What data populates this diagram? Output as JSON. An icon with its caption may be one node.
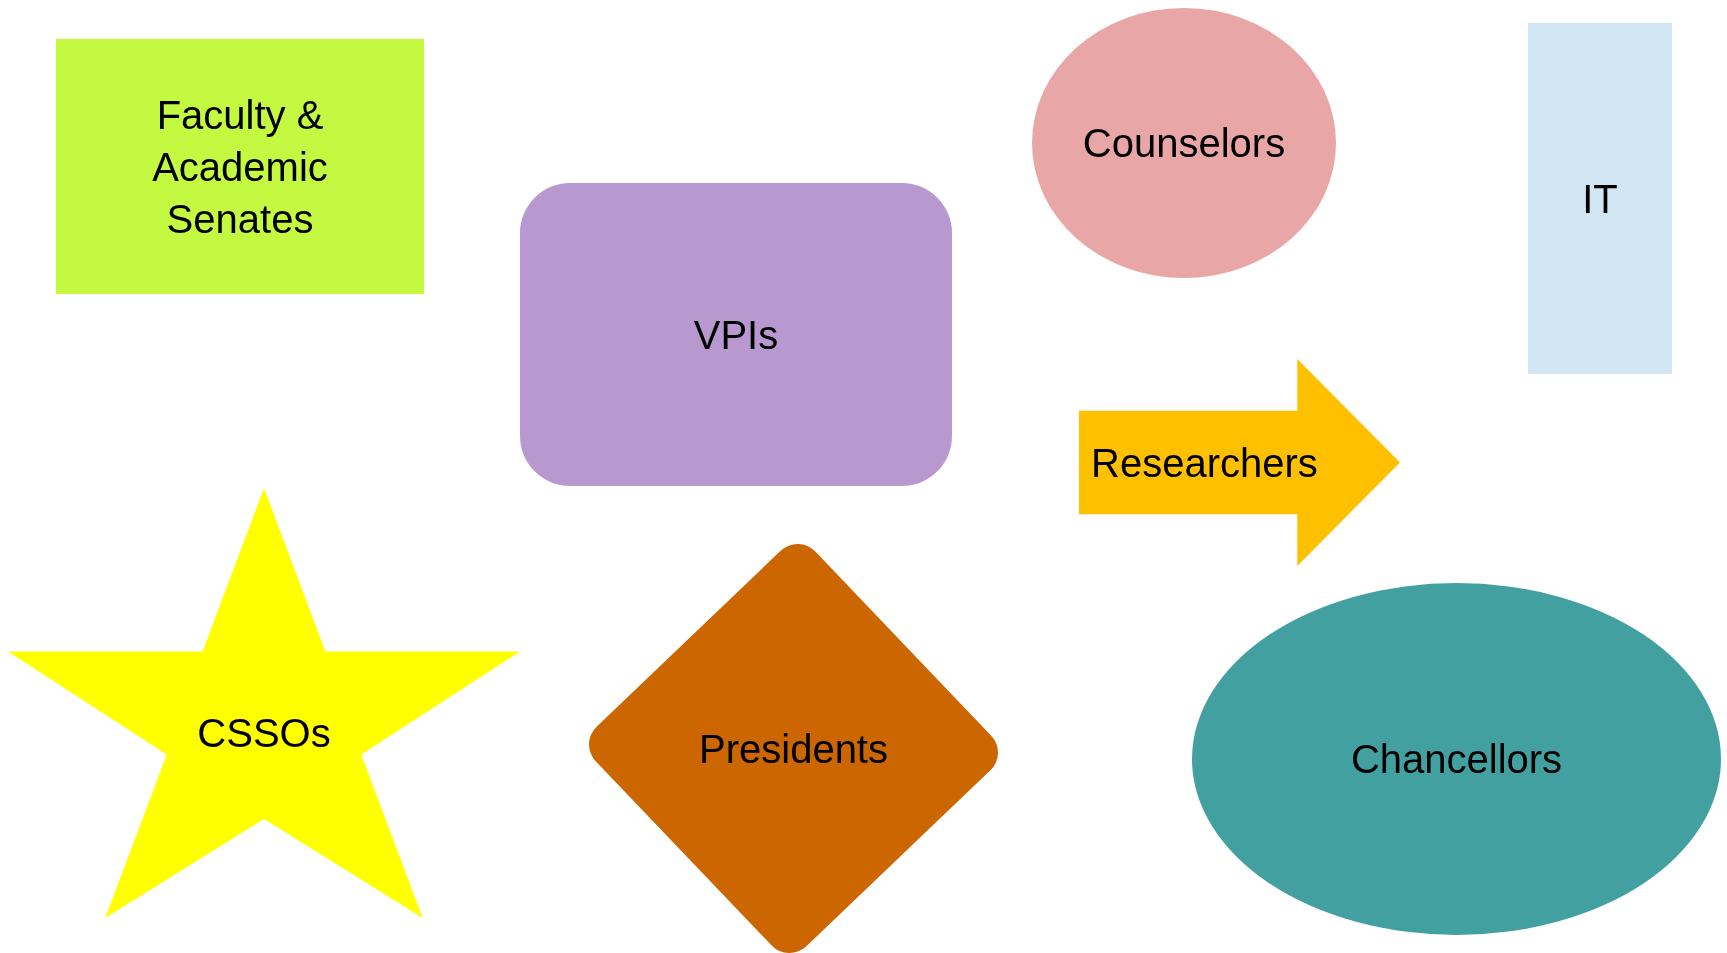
{
  "diagram": {
    "nodes": [
      {
        "text": [
          "Faculty & Academic Senates"
        ]
      },
      {
        "text": [
          "VPIs"
        ]
      },
      {
        "text": [
          "Counselors"
        ]
      },
      {
        "text": [
          "IT"
        ]
      },
      {
        "text": [
          "Researchers"
        ]
      },
      {
        "text": [
          "CSSOs"
        ]
      },
      {
        "text": [
          "Presidents"
        ]
      },
      {
        "text": [
          "Chancellors"
        ]
      }
    ]
  }
}
